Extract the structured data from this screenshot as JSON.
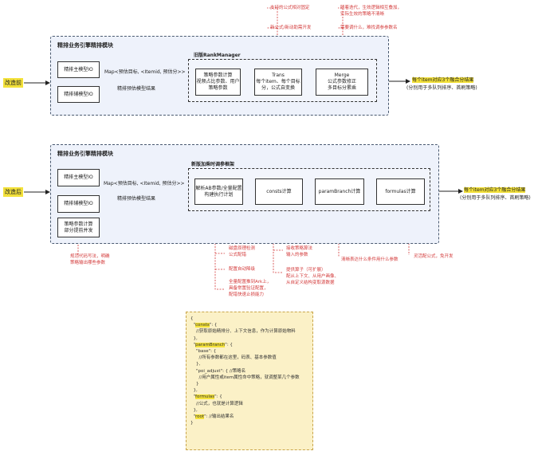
{
  "before": {
    "tag": "改造前",
    "module_title": "精排业务引擎精排模块",
    "inner_title": "旧版RankManager",
    "models": [
      "精排主模型IO",
      "精排辅模型IO"
    ],
    "map_label": "Map<预估目标, <Itemid, 预估分>>",
    "model_result_label": "精排预估模型结果",
    "boxes": [
      "策略参数计算\n视频占比参数、用户\n策略参数",
      "Trans\n每个item、每个目标\n分，公式自变换",
      "Merge\n公式参数修正\n多目标分累乘"
    ],
    "result_highlight": "每个item对应3个融合分结果",
    "result_sub": "(分别用于多队列排序、首刷策略)",
    "notes": [
      "支持的公式相对固定",
      "新公式/新动助需开发",
      "随着迭代，生效逻辑相互叠加，\n实际生效的策略不清晰",
      "需要调什么，难找调参参数名"
    ]
  },
  "after": {
    "tag": "改造后",
    "module_title": "精排业务引擎精排模块",
    "inner_title": "新版加乘时调参框架",
    "models": [
      "精排主模型IO",
      "精排辅模型IO",
      "策略参数计算\n部分提前并发"
    ],
    "map_label": "Map<预估目标, <Itemid, 预估分>>",
    "model_result_label": "精排预估模型结果",
    "boxes": [
      "解析AB参数/全量配置\n构建执行计划",
      "consts计算",
      "paramBranch计算",
      "formulas计算"
    ],
    "result_highlight": "每个item对应3个融合分结果",
    "result_sub": "(分别用于多队列排序、首刷策略)",
    "notes": [
      "规范代码写法，明确\n策略输出哪些参数",
      "磁盘原理检测\n公式配错",
      "配置自动降级",
      "全量配置推到Ark上，\n具备常置验证配置，\n配错快速止损能力",
      "接收策略算法\n输入的参数",
      "提供算子（可扩展）\n配从上下文、从用户画像、\n从自定义结构变取源数据",
      "清晰表达什么条件用什么参数",
      "灵活配公式，免开发"
    ]
  },
  "code": [
    {
      "t": "{"
    },
    {
      "t": "  \"",
      "h": "consts",
      "e": "\": {"
    },
    {
      "t": "    //获取原始精排分、上下文信息，作为计算原始物料"
    },
    {
      "t": "  },"
    },
    {
      "t": "  \"",
      "h": "paramBranch",
      "e": "\": {"
    },
    {
      "t": "    \"base\": {"
    },
    {
      "t": "      //所有参数都在这里，码表、基本参数值"
    },
    {
      "t": "    },"
    },
    {
      "t": "    \"poi_adjust\": { //策略名"
    },
    {
      "t": "      //用户属性或item属性命中策略，就调整某几个参数"
    },
    {
      "t": "    }"
    },
    {
      "t": "  },"
    },
    {
      "t": "  \"",
      "h": "formulas",
      "e": "\": {"
    },
    {
      "t": "    //公式，也就是计算逻辑"
    },
    {
      "t": "  },"
    },
    {
      "t": "  \"",
      "h": "root",
      "e": "\": //输出结果名"
    },
    {
      "t": "}"
    }
  ]
}
